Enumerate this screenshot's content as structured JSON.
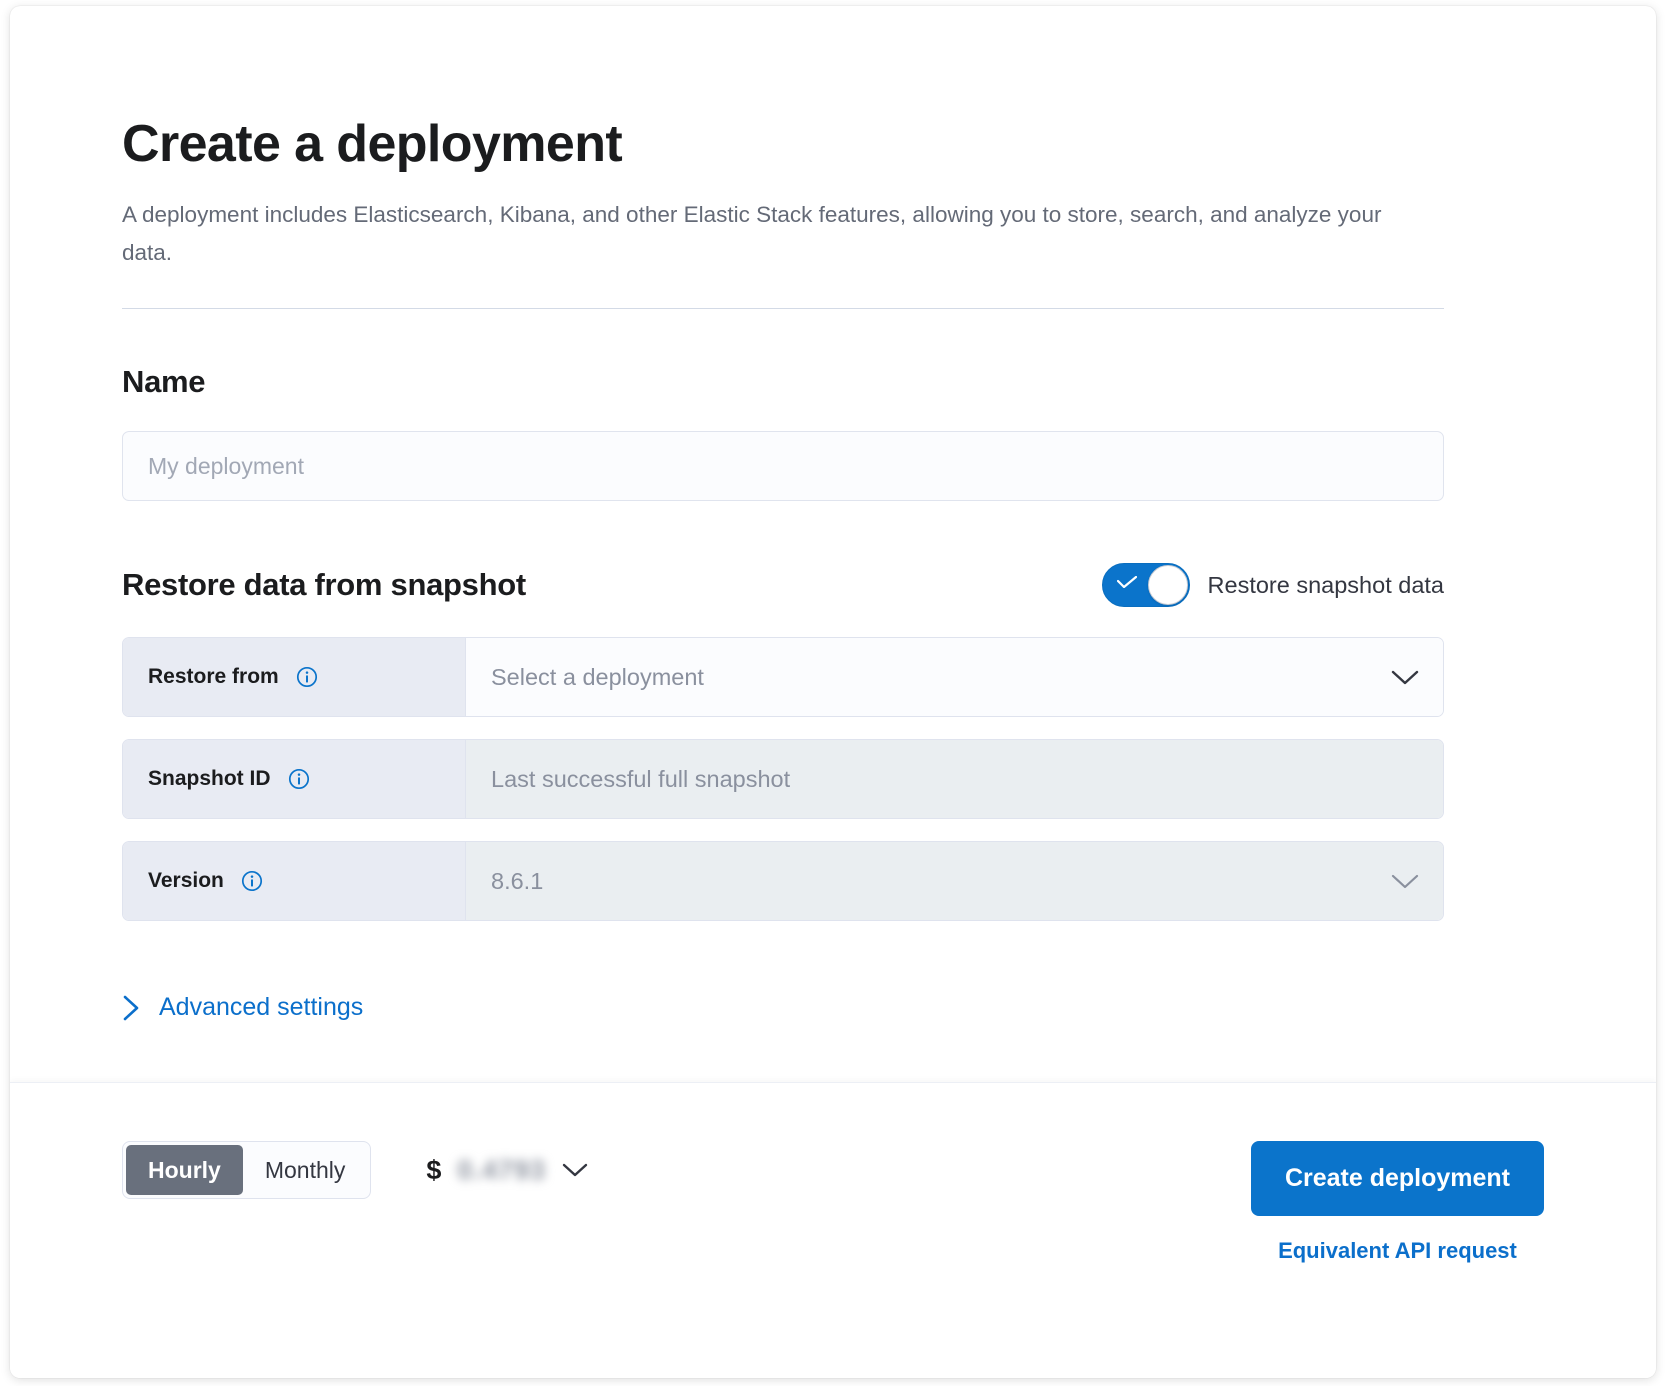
{
  "header": {
    "title": "Create a deployment",
    "description": "A deployment includes Elasticsearch, Kibana, and other Elastic Stack features, allowing you to store, search, and analyze your data."
  },
  "name_section": {
    "heading": "Name",
    "input_placeholder": "My deployment",
    "input_value": ""
  },
  "restore_section": {
    "heading": "Restore data from snapshot",
    "toggle": {
      "label": "Restore snapshot data",
      "checked": true,
      "on_color": "#0b74cb",
      "icon": "check-icon"
    },
    "rows": [
      {
        "label": "Restore from",
        "info_icon": "info-circle-icon",
        "value": "Select a deployment",
        "control": "select",
        "disabled": false,
        "chevron_icon": "chevron-down-icon"
      },
      {
        "label": "Snapshot ID",
        "info_icon": "info-circle-icon",
        "value": "Last successful full snapshot",
        "control": "text",
        "disabled": true
      },
      {
        "label": "Version",
        "info_icon": "info-circle-icon",
        "value": "8.6.1",
        "control": "select",
        "disabled": true,
        "chevron_icon": "chevron-down-icon"
      }
    ],
    "advanced_settings": {
      "label": "Advanced settings",
      "icon": "chevron-right-icon",
      "expanded": false
    }
  },
  "footer": {
    "billing_toggle": {
      "options": [
        "Hourly",
        "Monthly"
      ],
      "selected": "Hourly"
    },
    "price": {
      "currency_symbol": "$",
      "amount": "0.4793",
      "obscured": true,
      "chevron_icon": "chevron-down-icon"
    },
    "primary_button": "Create deployment",
    "api_link": "Equivalent API request"
  },
  "colors": {
    "accent": "#0b74cb",
    "link": "#0b6fcb",
    "segment_active_bg": "#69707d",
    "prepend_bg": "#e8ebf3",
    "disabled_field_bg": "#eaeef1"
  }
}
